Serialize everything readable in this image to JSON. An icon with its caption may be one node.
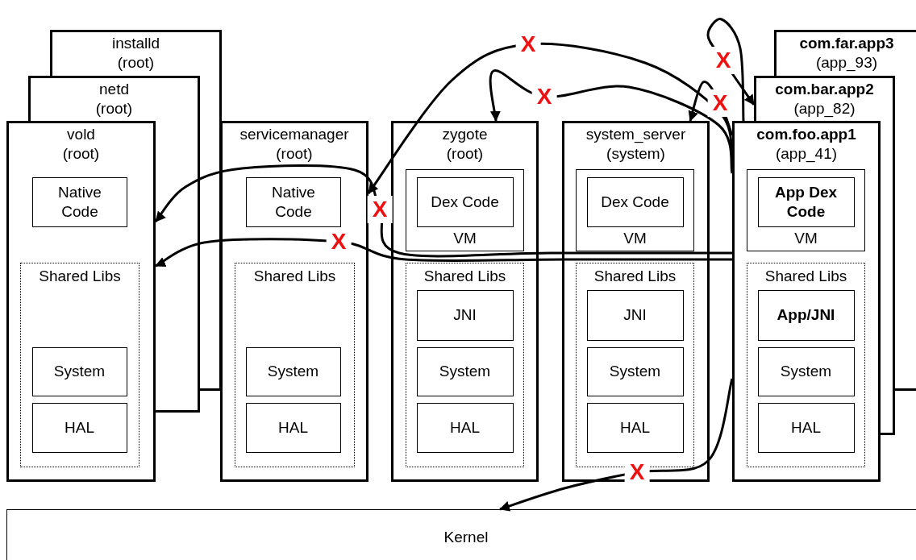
{
  "diagram": {
    "nodes": [
      {
        "text": [
          "installd",
          "(root)"
        ]
      },
      {
        "text": [
          "netd",
          "(root)"
        ]
      },
      {
        "text": [
          "vold",
          "(root)"
        ]
      },
      {
        "text": [
          "Native Code"
        ],
        "in": 2
      },
      {
        "text": [
          "Shared Libs"
        ],
        "in": 2
      },
      {
        "text": [
          "System"
        ],
        "in": 4
      },
      {
        "text": [
          "HAL"
        ],
        "in": 4
      },
      {
        "text": [
          "servicemanager",
          "(root)"
        ]
      },
      {
        "text": [
          "Native Code"
        ],
        "in": 7
      },
      {
        "text": [
          "Shared Libs"
        ],
        "in": 7
      },
      {
        "text": [
          "System"
        ],
        "in": 9
      },
      {
        "text": [
          "HAL"
        ],
        "in": 9
      },
      {
        "text": [
          "zygote",
          "(root)"
        ]
      },
      {
        "text": [
          "VM"
        ],
        "in": 12
      },
      {
        "text": [
          "Dex Code"
        ],
        "in": 13
      },
      {
        "text": [
          "Shared Libs"
        ],
        "in": 12
      },
      {
        "text": [
          "JNI"
        ],
        "in": 15
      },
      {
        "text": [
          "System"
        ],
        "in": 15
      },
      {
        "text": [
          "HAL"
        ],
        "in": 15
      },
      {
        "text": [
          "system_server",
          "(system)"
        ]
      },
      {
        "text": [
          "VM"
        ],
        "in": 19
      },
      {
        "text": [
          "Dex Code"
        ],
        "in": 20
      },
      {
        "text": [
          "Shared Libs"
        ],
        "in": 19
      },
      {
        "text": [
          "JNI"
        ],
        "in": 22
      },
      {
        "text": [
          "System"
        ],
        "in": 22
      },
      {
        "text": [
          "HAL"
        ],
        "in": 22
      },
      {
        "text": [
          "com.far.app3",
          "(app_93)"
        ]
      },
      {
        "text": [
          "com.bar.app2",
          "(app_82)"
        ]
      },
      {
        "text": [
          "com.foo.app1",
          "(app_41)"
        ]
      },
      {
        "text": [
          "VM"
        ],
        "in": 28
      },
      {
        "text": [
          "App Dex Code"
        ],
        "in": 29
      },
      {
        "text": [
          "Shared Libs"
        ],
        "in": 28
      },
      {
        "text": [
          "App/JNI"
        ],
        "in": 31
      },
      {
        "text": [
          "System"
        ],
        "in": 31
      },
      {
        "text": [
          "HAL"
        ],
        "in": 31
      },
      {
        "text": [
          "Kernel"
        ]
      }
    ],
    "edges": [
      {
        "from": 28,
        "to": 7,
        "arrow": "to",
        "label": "X"
      },
      {
        "from": 28,
        "to": 12,
        "arrow": "to",
        "label": "X"
      },
      {
        "from": 28,
        "to": 19,
        "arrow": "to",
        "label": "X"
      },
      {
        "from": 28,
        "to": 27,
        "arrow": "to",
        "label": "X"
      },
      {
        "from": 28,
        "to": 2,
        "arrow": "to",
        "label": "X"
      },
      {
        "from": 28,
        "to": 2,
        "arrow": "to",
        "label": "X"
      },
      {
        "from": 28,
        "to": 35,
        "arrow": "to",
        "label": "X"
      }
    ]
  }
}
